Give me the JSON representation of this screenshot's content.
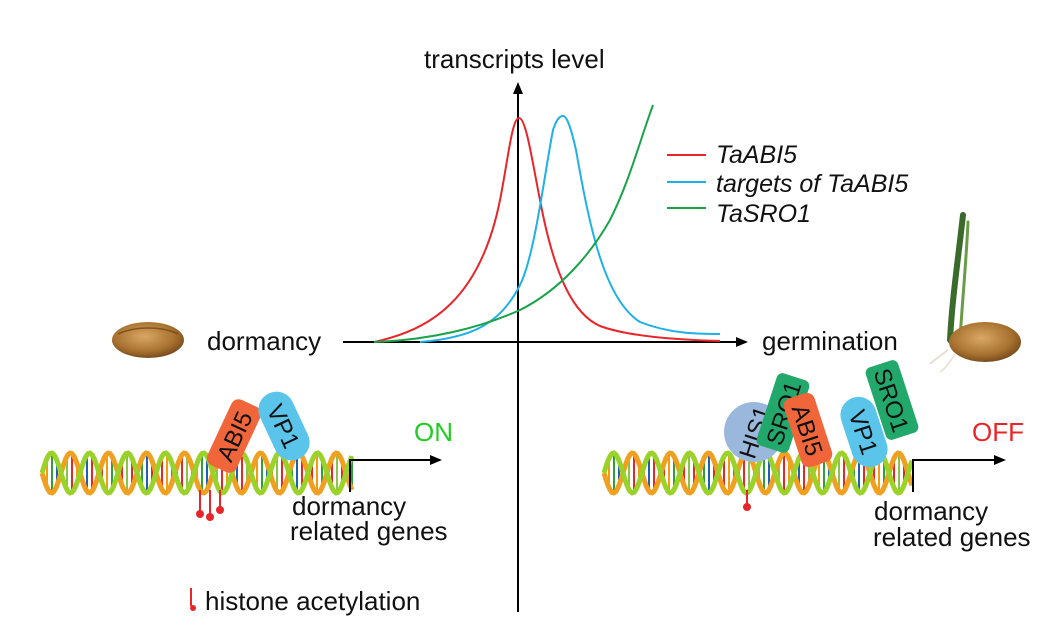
{
  "axis": {
    "y_title": "transcripts level",
    "x_left": "dormancy",
    "x_right": "germination"
  },
  "legend": [
    {
      "label": "TaABI5",
      "color": "#e8262a"
    },
    {
      "label": "targets of TaABI5",
      "color": "#1fb0e6"
    },
    {
      "label": "TaSRO1",
      "color": "#19a34a"
    }
  ],
  "left_panel": {
    "proteins": [
      {
        "label": "ABI5",
        "color": "#f0663a"
      },
      {
        "label": "VP1",
        "color": "#5bc4ea"
      }
    ],
    "state": "ON",
    "state_color": "#22cc22",
    "genes_line1": "dormancy",
    "genes_line2": "related genes"
  },
  "right_panel": {
    "proteins": [
      {
        "label": "HIS1",
        "color": "#9ab8dc"
      },
      {
        "label": "SRO1",
        "color": "#22a86a"
      },
      {
        "label": "ABI5",
        "color": "#f0663a"
      },
      {
        "label": "VP1",
        "color": "#5bc4ea"
      },
      {
        "label": "SRO1",
        "color": "#22a86a"
      }
    ],
    "state": "OFF",
    "state_color": "#e8262a",
    "genes_line1": "dormancy",
    "genes_line2": "related genes"
  },
  "footnote": "histone acetylation"
}
